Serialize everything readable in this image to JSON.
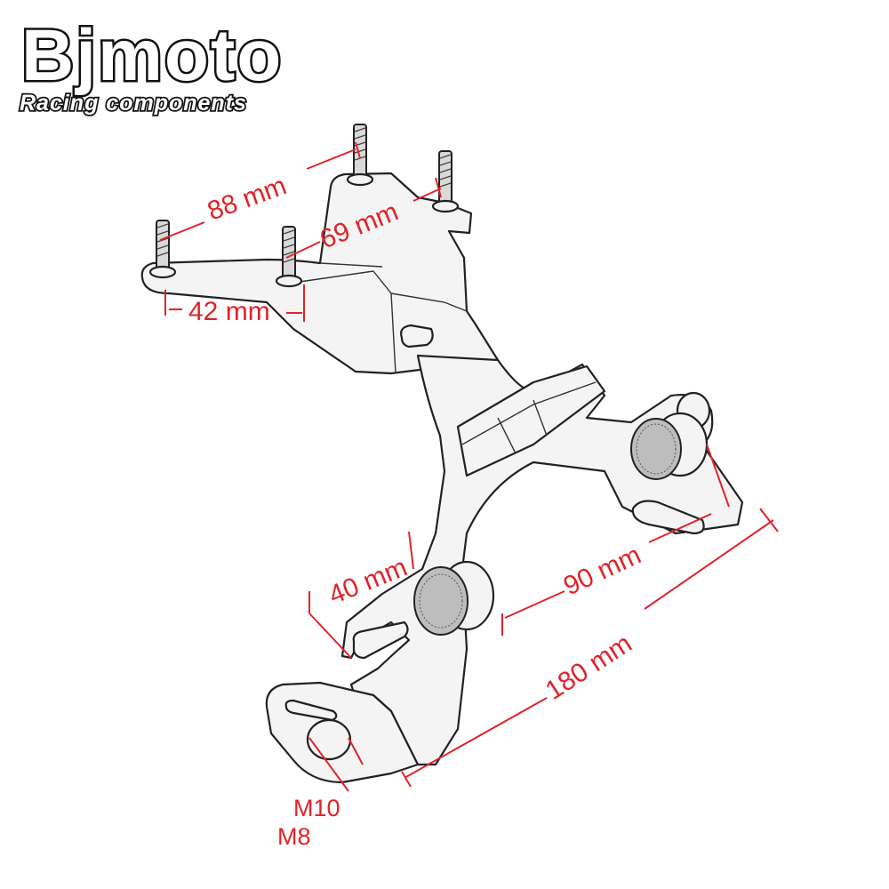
{
  "brand": {
    "name": "Bjmoto",
    "tagline": "Racing components"
  },
  "dimensions": {
    "top_width": "88 mm",
    "upper_span": "69 mm",
    "lower_span": "42 mm",
    "knob_offset": "40 mm",
    "knob_span": "90 mm",
    "overall_length": "180 mm",
    "thread_m10": "M10",
    "thread_m8": "M8"
  },
  "colors": {
    "dimension": "#e0242a",
    "brand_fill": "#ffffff",
    "brand_stroke": "#111111"
  }
}
